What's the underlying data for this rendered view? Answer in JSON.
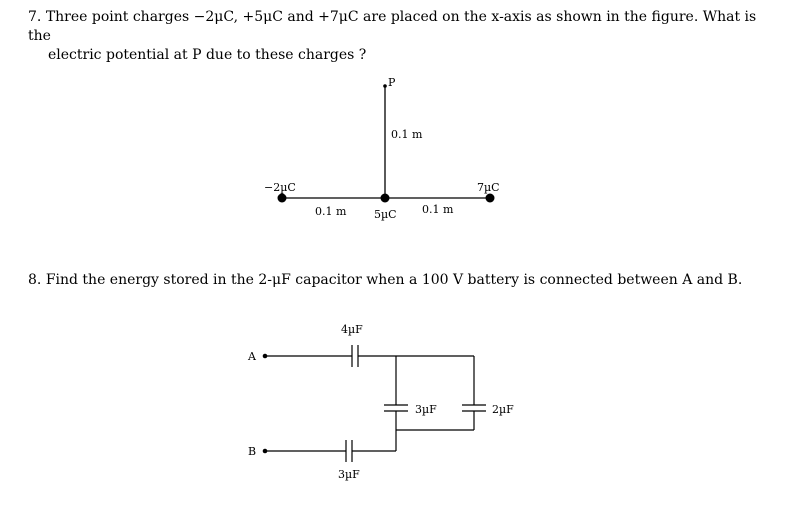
{
  "q7": {
    "number": "7.",
    "line1": "Three point charges −2μC, +5μC and +7μC are placed on the x-axis as shown in the figure. What is the",
    "line2": "electric potential at P due to these charges ?"
  },
  "fig7": {
    "point_label": "P",
    "vertical_distance": "0.1 m",
    "left_charge": "−2µC",
    "middle_charge": "5µC",
    "right_charge": "7µC",
    "left_distance": "0.1 m",
    "right_distance": "0.1 m"
  },
  "q8": {
    "number": "8.",
    "text": "Find the energy stored in the 2-μF capacitor when a 100 V battery is connected between A and B."
  },
  "fig8": {
    "terminal_a": "A",
    "terminal_b": "B",
    "cap_top": "4µF",
    "cap_middle": "3µF",
    "cap_right": "2µF",
    "cap_bottom": "3µF"
  }
}
